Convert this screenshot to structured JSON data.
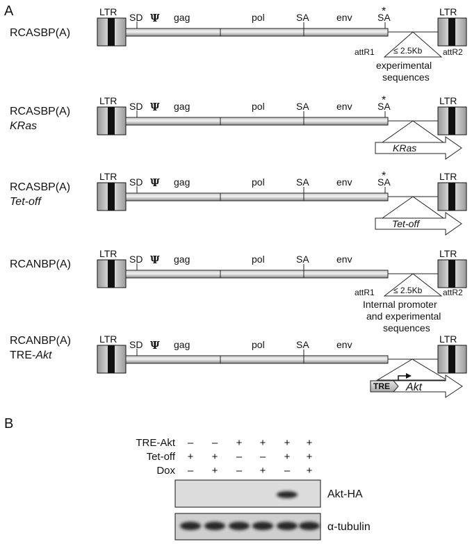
{
  "panels": {
    "a": "A",
    "b": "B"
  },
  "segments": {
    "ltr": "LTR",
    "sd": "SD",
    "psi": "Ψ",
    "gag": "gag",
    "pol": "pol",
    "sa": "SA",
    "env": "env",
    "asterisk": "*"
  },
  "constructs": [
    {
      "name_line1": "RCASBP(A)",
      "name_line2": ""
    },
    {
      "name_line1": "RCASBP(A)",
      "name_line2": "KRas"
    },
    {
      "name_line1": "RCASBP(A)",
      "name_line2": "Tet-off"
    },
    {
      "name_line1": "RCANBP(A)",
      "name_line2": ""
    },
    {
      "name_line1": "RCANBP(A)",
      "name_line2": "TRE-",
      "name_line2_italic": "Akt"
    }
  ],
  "inserts": {
    "attr1": "attR1",
    "attr2": "attR2",
    "size": "≤ 2.5Kb",
    "exp_line1": "experimental",
    "exp_line2": "sequences",
    "kras": "KRas",
    "tetoff": "Tet-off",
    "int_line1": "Internal promoter",
    "int_line2": "and experimental",
    "int_line3": "sequences",
    "tre": "TRE",
    "akt": "Akt"
  },
  "blot": {
    "row_labels": [
      "TRE-Akt",
      "Tet-off",
      "Dox"
    ],
    "signs": [
      [
        "–",
        "–",
        "+",
        "+",
        "+",
        "+"
      ],
      [
        "+",
        "+",
        "–",
        "–",
        "+",
        "+"
      ],
      [
        "–",
        "+",
        "–",
        "+",
        "–",
        "+"
      ]
    ],
    "band_labels": [
      "Akt-HA",
      "α-tubulin"
    ],
    "akt_ha_signal": [
      0,
      0,
      0,
      0,
      1,
      0
    ],
    "tubulin_signal": [
      1,
      1,
      1,
      1,
      1,
      1
    ]
  }
}
